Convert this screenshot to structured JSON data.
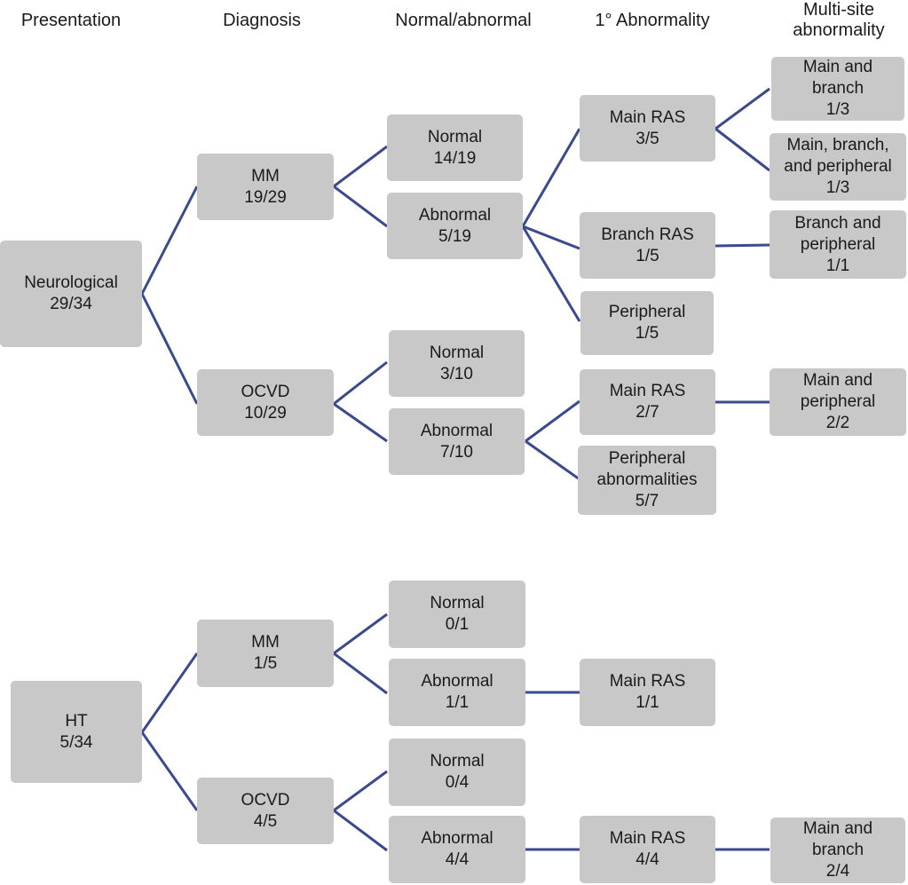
{
  "headers": {
    "presentation": "Presentation",
    "diagnosis": "Diagnosis",
    "normal_abnormal": "Normal/abnormal",
    "primary": "1° Abnormality",
    "multisite_1": "Multi-site",
    "multisite_2": "abnormality"
  },
  "nodes": {
    "neuro": [
      "Neurological",
      "29/34"
    ],
    "mm1": [
      "MM",
      "19/29"
    ],
    "ocvd1": [
      "OCVD",
      "10/29"
    ],
    "mm1_normal": [
      "Normal",
      "14/19"
    ],
    "mm1_abnormal": [
      "Abnormal",
      "5/19"
    ],
    "ocvd1_normal": [
      "Normal",
      "3/10"
    ],
    "ocvd1_abnormal": [
      "Abnormal",
      "7/10"
    ],
    "mm1_main_ras": [
      "Main RAS",
      "3/5"
    ],
    "mm1_branch_ras": [
      "Branch RAS",
      "1/5"
    ],
    "mm1_peripheral": [
      "Peripheral",
      "1/5"
    ],
    "ocvd1_main_ras": [
      "Main RAS",
      "2/7"
    ],
    "ocvd1_peripheral": [
      "Peripheral",
      "abnormalities",
      "5/7"
    ],
    "ms_main_branch": [
      "Main and",
      "branch",
      "1/3"
    ],
    "ms_main_branch_peripheral": [
      "Main, branch,",
      "and peripheral",
      "1/3"
    ],
    "ms_branch_peripheral": [
      "Branch and",
      "peripheral",
      "1/1"
    ],
    "ms_main_peripheral": [
      "Main and",
      "peripheral",
      "2/2"
    ],
    "ht": [
      "HT",
      "5/34"
    ],
    "mm2": [
      "MM",
      "1/5"
    ],
    "ocvd2": [
      "OCVD",
      "4/5"
    ],
    "mm2_normal": [
      "Normal",
      "0/1"
    ],
    "mm2_abnormal": [
      "Abnormal",
      "1/1"
    ],
    "ocvd2_normal": [
      "Normal",
      "0/4"
    ],
    "ocvd2_abnormal": [
      "Abnormal",
      "4/4"
    ],
    "mm2_main_ras": [
      "Main RAS",
      "1/1"
    ],
    "ocvd2_main_ras": [
      "Main RAS",
      "4/4"
    ],
    "ms_ht_main_branch": [
      "Main and",
      "branch",
      "2/4"
    ]
  },
  "colors": {
    "node_fill": "#c8c8c8",
    "connector": "#3a4a8c"
  }
}
